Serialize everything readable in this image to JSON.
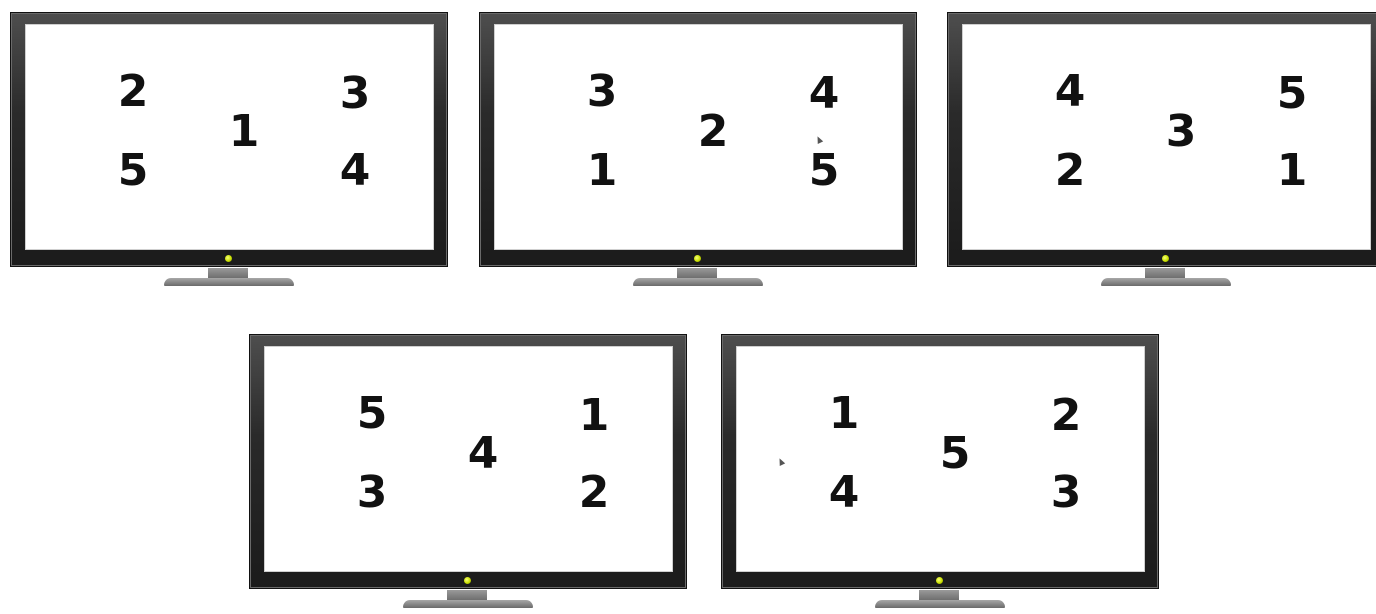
{
  "monitors": [
    {
      "top_left": "2",
      "top_right": "3",
      "center": "1",
      "bottom_left": "5",
      "bottom_right": "4"
    },
    {
      "top_left": "3",
      "top_right": "4",
      "center": "2",
      "bottom_left": "1",
      "bottom_right": "5"
    },
    {
      "top_left": "4",
      "top_right": "5",
      "center": "3",
      "bottom_left": "2",
      "bottom_right": "1"
    },
    {
      "top_left": "5",
      "top_right": "1",
      "center": "4",
      "bottom_left": "3",
      "bottom_right": "2"
    },
    {
      "top_left": "1",
      "top_right": "2",
      "center": "5",
      "bottom_left": "4",
      "bottom_right": "3"
    }
  ],
  "colors": {
    "bezel": "#2a2a2a",
    "screen": "#ffffff",
    "number": "#111111",
    "power_led": "#c9e000",
    "stand": "#8a8a8a"
  },
  "icons": {
    "power_led": "power-led-icon",
    "cursor": "mouse-pointer-icon"
  }
}
